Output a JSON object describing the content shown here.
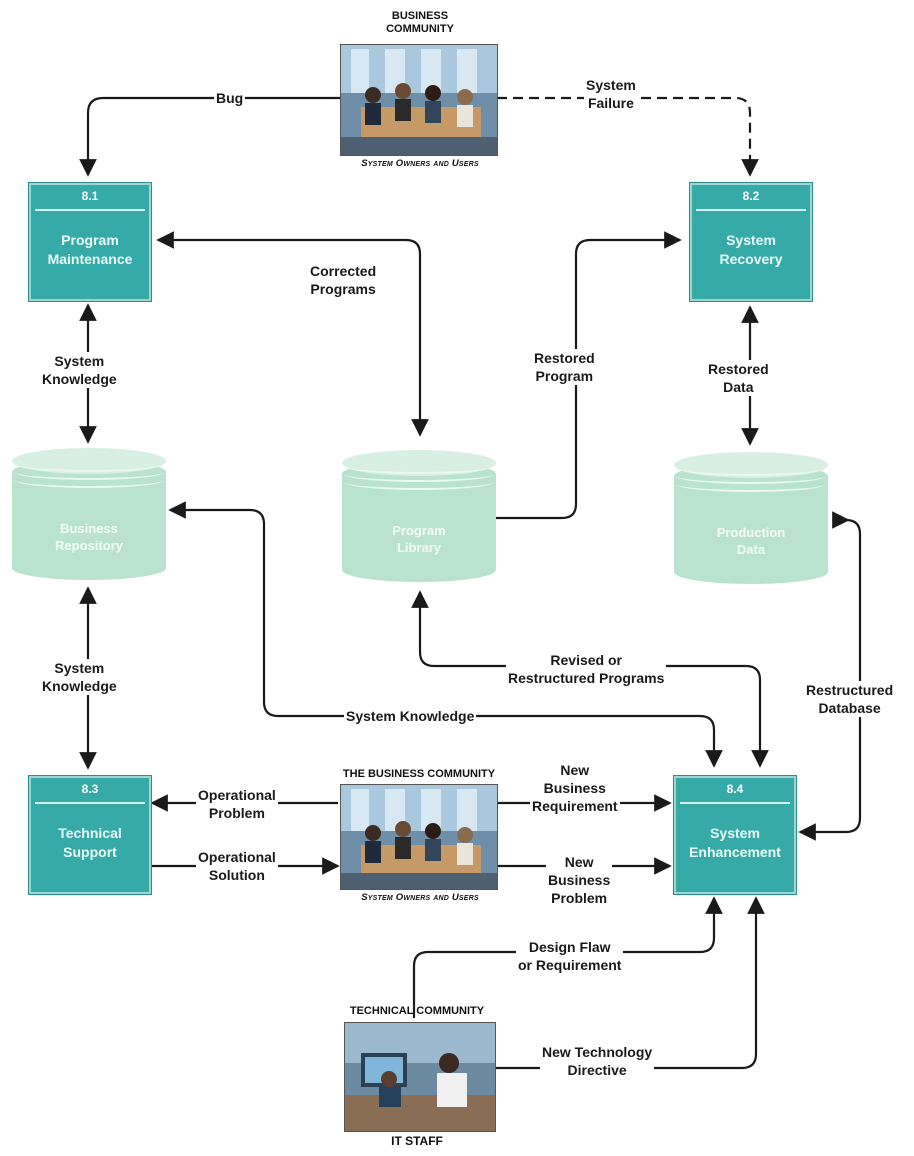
{
  "entities": {
    "business_top": {
      "title_line1": "BUSINESS",
      "title_line2": "COMMUNITY",
      "caption": "System Owners and Users"
    },
    "business_mid": {
      "title": "THE BUSINESS COMMUNITY",
      "caption": "System Owners and Users"
    },
    "technical": {
      "title": "TECHNICAL COMMUNITY",
      "caption": "IT STAFF"
    }
  },
  "processes": [
    {
      "number": "8.1",
      "name_line1": "Program",
      "name_line2": "Maintenance"
    },
    {
      "number": "8.2",
      "name_line1": "System",
      "name_line2": "Recovery"
    },
    {
      "number": "8.3",
      "name_line1": "Technical",
      "name_line2": "Support"
    },
    {
      "number": "8.4",
      "name_line1": "System",
      "name_line2": "Enhancement"
    }
  ],
  "stores": [
    {
      "name_line1": "Business",
      "name_line2": "Repository"
    },
    {
      "name_line1": "Program",
      "name_line2": "Library"
    },
    {
      "name_line1": "Production",
      "name_line2": "Data"
    }
  ],
  "flows": {
    "bug": "Bug",
    "system_failure": [
      "System",
      "Failure"
    ],
    "corrected_programs": [
      "Corrected",
      "Programs"
    ],
    "restored_program": [
      "Restored",
      "Program"
    ],
    "restored_data": [
      "Restored",
      "Data"
    ],
    "system_knowledge_top": [
      "System",
      "Knowledge"
    ],
    "system_knowledge_left": [
      "System",
      "Knowledge"
    ],
    "system_knowledge_mid": "System Knowledge",
    "revised_programs": [
      "Revised or",
      "Restructured Programs"
    ],
    "restructured_database": [
      "Restructured",
      "Database"
    ],
    "operational_problem": [
      "Operational",
      "Problem"
    ],
    "operational_solution": [
      "Operational",
      "Solution"
    ],
    "new_business_requirement": [
      "New",
      "Business",
      "Requirement"
    ],
    "new_business_problem": [
      "New",
      "Business",
      "Problem"
    ],
    "design_flaw": [
      "Design Flaw",
      "or Requirement"
    ],
    "new_technology": [
      "New Technology",
      "Directive"
    ]
  },
  "colors": {
    "process": "#35aaa6",
    "store": "#b9e3cf",
    "line": "#1a1a1a"
  }
}
